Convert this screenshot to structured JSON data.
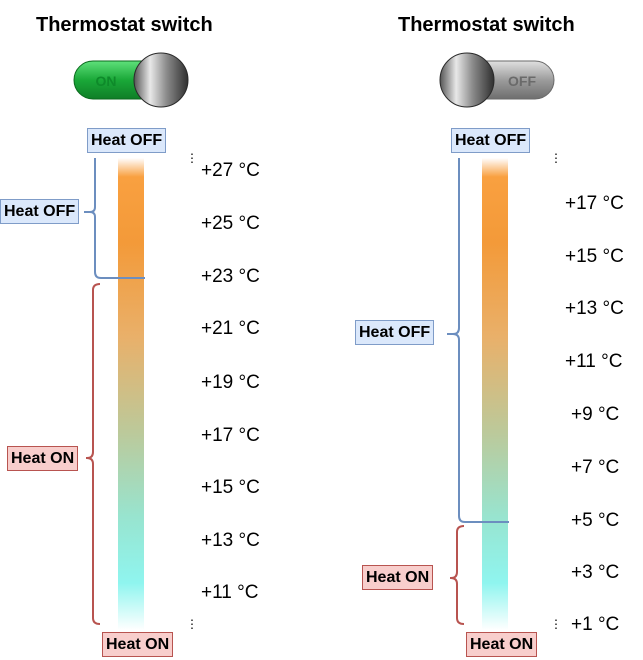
{
  "left": {
    "title": "Thermostat switch",
    "switch": {
      "state": "on",
      "label": "ON",
      "color": "#22b14c"
    },
    "top_label": "Heat OFF",
    "bottom_label": "Heat ON",
    "off_range_label": "Heat OFF",
    "on_range_label": "Heat ON",
    "temperatures": [
      "+27 °C",
      "+25 °C",
      "+23 °C",
      "+21 °C",
      "+19 °C",
      "+17 °C",
      "+15 °C",
      "+13 °C",
      "+11 °C"
    ],
    "setpoint": "+23 °C"
  },
  "right": {
    "title": "Thermostat switch",
    "switch": {
      "state": "off",
      "label": "OFF",
      "color": "#9a9a9a"
    },
    "top_label": "Heat OFF",
    "bottom_label": "Heat ON",
    "off_range_label": "Heat OFF",
    "on_range_label": "Heat ON",
    "temperatures": [
      "+17 °C",
      "+15 °C",
      "+13 °C",
      "+11 °C",
      "+9 °C",
      "+7 °C",
      "+5 °C",
      "+3 °C",
      "+1 °C"
    ],
    "setpoint": "+5 °C"
  },
  "colors": {
    "off_fill": "#dbe8fb",
    "off_border": "#7f9cc8",
    "on_fill": "#f8cecc",
    "on_border": "#b85450",
    "off_line": "#6c8ebf",
    "on_line": "#b85450"
  }
}
